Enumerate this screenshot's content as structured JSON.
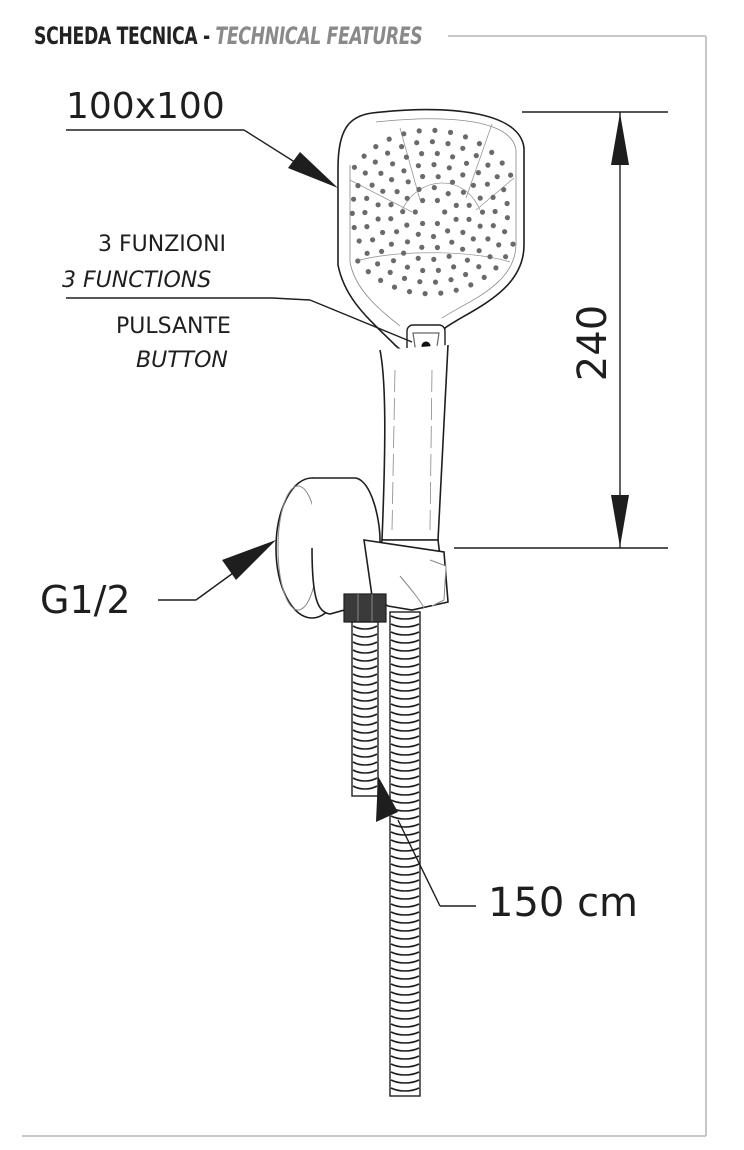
{
  "header": {
    "title_it": "SCHEDA TECNICA",
    "separator": " - ",
    "title_en": "TECHNICAL FEATURES"
  },
  "labels": {
    "head_size": "100x100",
    "functions_it": "3 FUNZIONI",
    "functions_en": "3 FUNCTIONS",
    "button_it": "PULSANTE",
    "button_en": "BUTTON",
    "height": "240",
    "thread": "G1/2",
    "hose_length": "150 cm"
  },
  "colors": {
    "line": "#1e1e1e",
    "frame": "#c8c8c8",
    "title_accent": "#8a8a8a"
  }
}
